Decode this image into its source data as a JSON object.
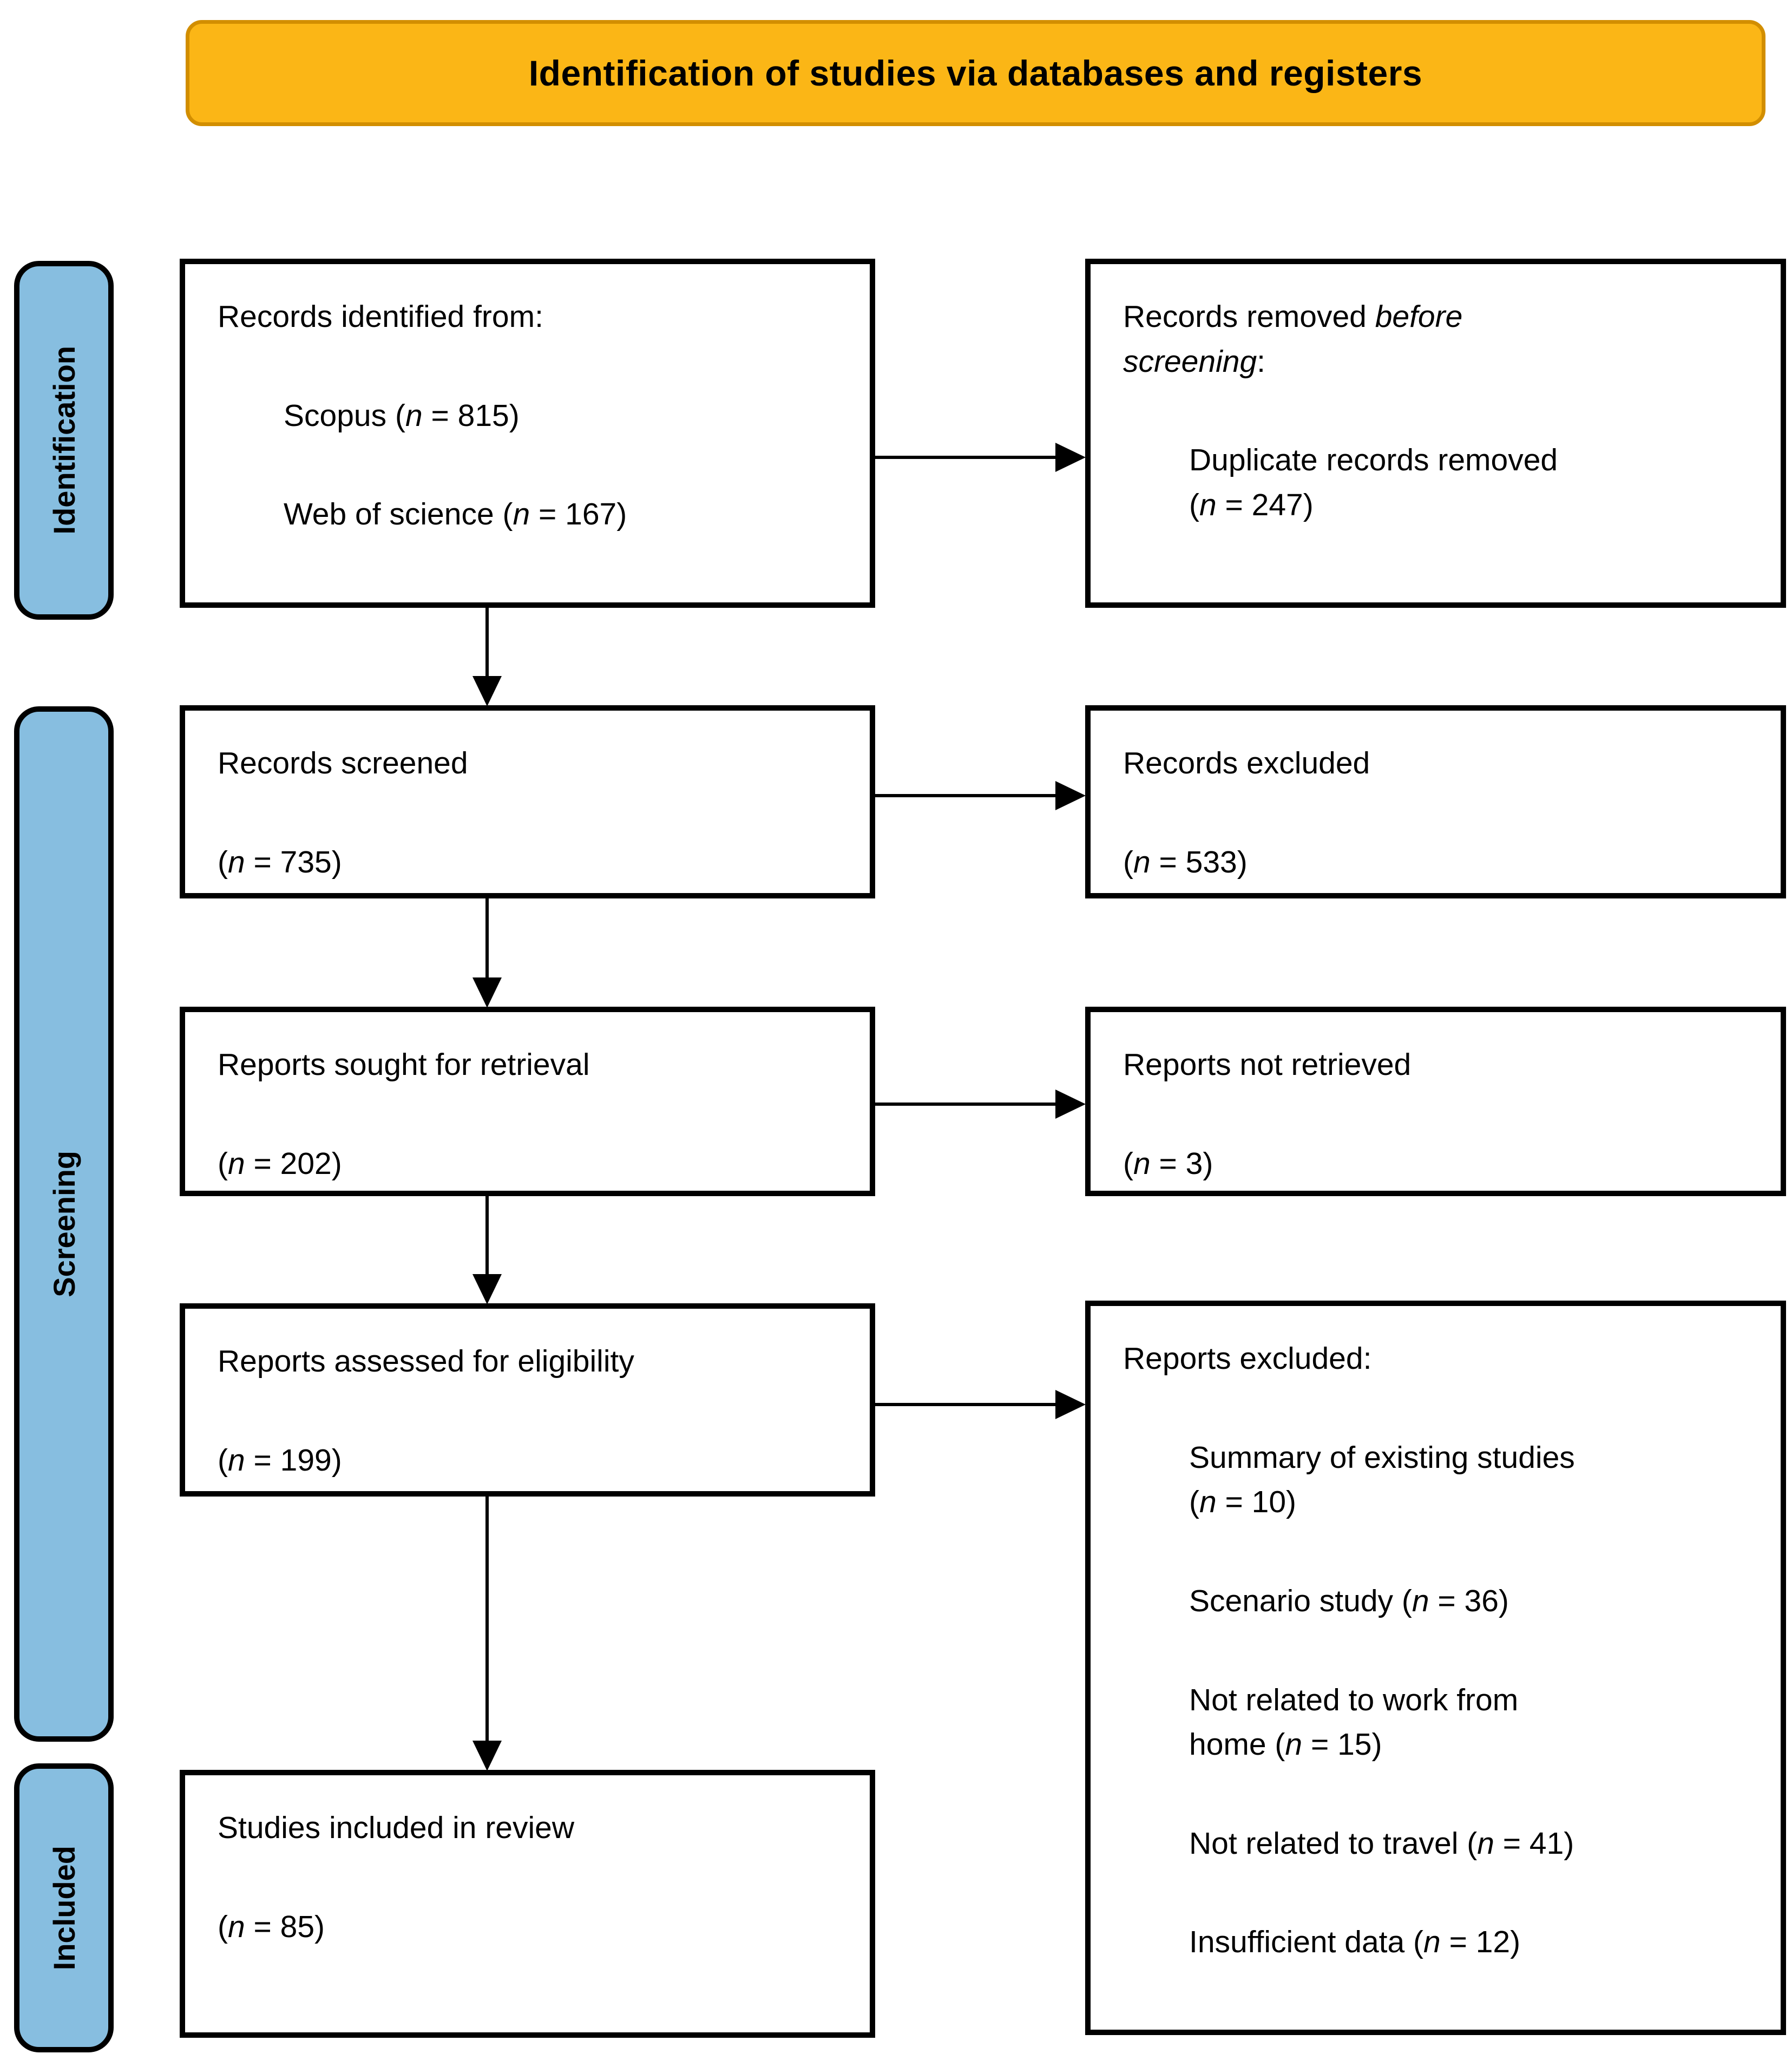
{
  "banner": {
    "title": "Identification of studies via databases and registers"
  },
  "colors": {
    "banner_fill": "#FBB616",
    "banner_border": "#D28E00",
    "stage_fill": "#87BEE0",
    "box_border": "#000000",
    "connector": "#000000"
  },
  "stages": [
    {
      "label": "Identification"
    },
    {
      "label": "Screening"
    },
    {
      "label": "Included"
    }
  ],
  "boxes": {
    "records_identified": {
      "lines": [
        {
          "segs": [
            {
              "t": "Records identified from:"
            }
          ]
        },
        {
          "ind": true,
          "segs": [
            {
              "t": "Scopus ("
            },
            {
              "t": "n",
              "i": true
            },
            {
              "t": " = 815)"
            }
          ]
        },
        {
          "ind": true,
          "segs": [
            {
              "t": "Web of science ("
            },
            {
              "t": "n",
              "i": true
            },
            {
              "t": " = 167)"
            }
          ]
        }
      ]
    },
    "records_removed": {
      "lines": [
        {
          "segs": [
            {
              "t": "Records removed "
            },
            {
              "t": "before",
              "i": true
            },
            {
              "br": true
            },
            {
              "t": "screening",
              "i": true
            },
            {
              "t": ":"
            }
          ]
        },
        {
          "ind": true,
          "segs": [
            {
              "t": "Duplicate records removed"
            },
            {
              "br": true
            },
            {
              "t": "("
            },
            {
              "t": "n",
              "i": true
            },
            {
              "t": " = 247)"
            }
          ]
        }
      ]
    },
    "records_screened": {
      "lines": [
        {
          "segs": [
            {
              "t": "Records screened"
            }
          ]
        },
        {
          "segs": [
            {
              "t": "("
            },
            {
              "t": "n",
              "i": true
            },
            {
              "t": " = 735)"
            }
          ]
        }
      ]
    },
    "records_excluded": {
      "lines": [
        {
          "segs": [
            {
              "t": "Records excluded"
            }
          ]
        },
        {
          "segs": [
            {
              "t": "("
            },
            {
              "t": "n",
              "i": true
            },
            {
              "t": " = 533)"
            }
          ]
        }
      ]
    },
    "reports_sought": {
      "lines": [
        {
          "segs": [
            {
              "t": "Reports sought for retrieval"
            }
          ]
        },
        {
          "segs": [
            {
              "t": "("
            },
            {
              "t": "n",
              "i": true
            },
            {
              "t": " = 202)"
            }
          ]
        }
      ]
    },
    "reports_not_retrieved": {
      "lines": [
        {
          "segs": [
            {
              "t": "Reports not retrieved"
            }
          ]
        },
        {
          "segs": [
            {
              "t": "("
            },
            {
              "t": "n",
              "i": true
            },
            {
              "t": " = 3)"
            }
          ]
        }
      ]
    },
    "reports_assessed": {
      "lines": [
        {
          "segs": [
            {
              "t": "Reports assessed for eligibility"
            }
          ]
        },
        {
          "segs": [
            {
              "t": "("
            },
            {
              "t": "n",
              "i": true
            },
            {
              "t": " = 199)"
            }
          ]
        }
      ]
    },
    "reports_excluded": {
      "lines": [
        {
          "segs": [
            {
              "t": "Reports excluded:"
            }
          ]
        },
        {
          "ind": true,
          "segs": [
            {
              "t": "Summary of existing studies"
            },
            {
              "br": true
            },
            {
              "t": "("
            },
            {
              "t": "n",
              "i": true
            },
            {
              "t": " = 10)"
            }
          ]
        },
        {
          "ind": true,
          "segs": [
            {
              "t": "Scenario study ("
            },
            {
              "t": "n",
              "i": true
            },
            {
              "t": " = 36)"
            }
          ]
        },
        {
          "ind": true,
          "segs": [
            {
              "t": "Not related to work from"
            },
            {
              "br": true
            },
            {
              "t": "home ("
            },
            {
              "t": "n",
              "i": true
            },
            {
              "t": " = 15)"
            }
          ]
        },
        {
          "ind": true,
          "segs": [
            {
              "t": "Not related to travel ("
            },
            {
              "t": "n",
              "i": true
            },
            {
              "t": " = 41)"
            }
          ]
        },
        {
          "ind": true,
          "segs": [
            {
              "t": "Insufficient data ("
            },
            {
              "t": "n",
              "i": true
            },
            {
              "t": " = 12)"
            }
          ]
        }
      ]
    },
    "studies_included": {
      "lines": [
        {
          "segs": [
            {
              "t": "Studies included in review"
            }
          ]
        },
        {
          "segs": [
            {
              "t": "("
            },
            {
              "t": "n",
              "i": true
            },
            {
              "t": " = 85)"
            }
          ]
        }
      ]
    }
  }
}
